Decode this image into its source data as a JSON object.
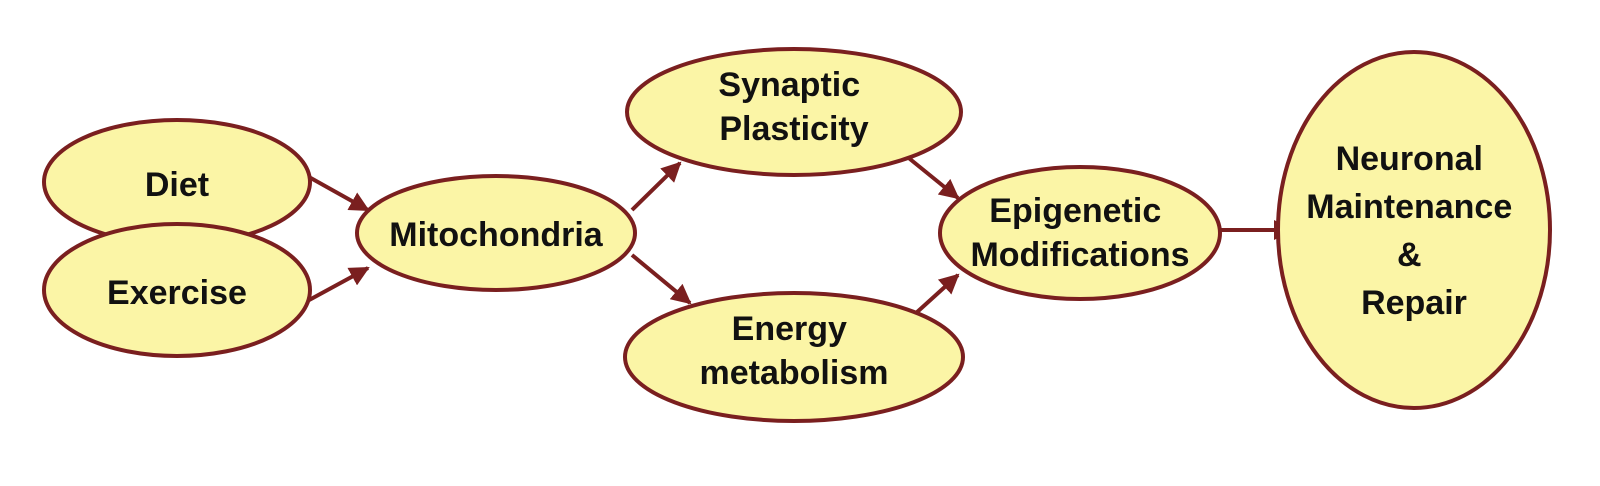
{
  "diagram": {
    "colors": {
      "node_fill": "#fbf5a6",
      "node_stroke": "#7a1f1f",
      "edge": "#7a1f1f",
      "text": "#111111"
    },
    "nodes": {
      "diet": {
        "lines": [
          "Diet"
        ]
      },
      "exercise": {
        "lines": [
          "Exercise"
        ]
      },
      "mitochondria": {
        "lines": [
          "Mitochondria"
        ]
      },
      "synaptic": {
        "lines": [
          "Synaptic",
          "Plasticity"
        ]
      },
      "energy": {
        "lines": [
          "Energy",
          "metabolism"
        ]
      },
      "epigenetic": {
        "lines": [
          "Epigenetic",
          "Modifications"
        ]
      },
      "neuronal": {
        "lines": [
          "Neuronal",
          "Maintenance",
          "&",
          "Repair"
        ]
      }
    },
    "edges": [
      {
        "from": "diet",
        "to": "mitochondria"
      },
      {
        "from": "exercise",
        "to": "mitochondria"
      },
      {
        "from": "mitochondria",
        "to": "synaptic"
      },
      {
        "from": "mitochondria",
        "to": "energy"
      },
      {
        "from": "synaptic",
        "to": "epigenetic"
      },
      {
        "from": "energy",
        "to": "epigenetic"
      },
      {
        "from": "epigenetic",
        "to": "neuronal"
      }
    ]
  }
}
